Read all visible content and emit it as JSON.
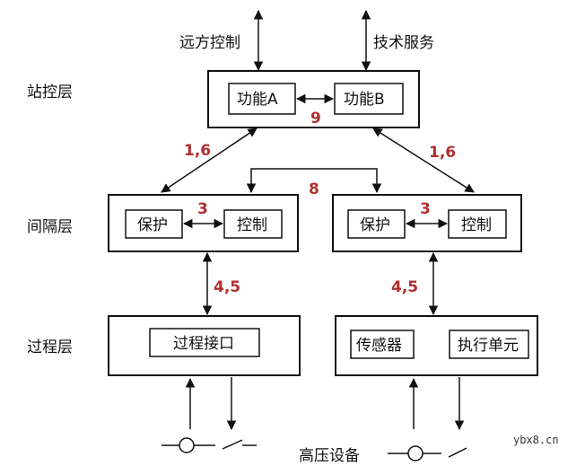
{
  "top_labels": {
    "remote_control": "远方控制",
    "technical_service": "技术服务"
  },
  "layers": {
    "station": "站控层",
    "bay": "间隔层",
    "process": "过程层"
  },
  "station_box": {
    "func_a": "功能A",
    "func_b": "功能B",
    "link_num": "9"
  },
  "links": {
    "left_diag": "1,6",
    "right_diag": "1,6",
    "bay_cross": "8",
    "left_vertical": "4,5",
    "right_vertical": "4,5"
  },
  "bay_left": {
    "protect": "保护",
    "control": "控制",
    "link_num": "3"
  },
  "bay_right": {
    "protect": "保护",
    "control": "控制",
    "link_num": "3"
  },
  "process_left": {
    "interface": "过程接口"
  },
  "process_right": {
    "sensor": "传感器",
    "actuator": "执行单元"
  },
  "bottom_label": "高压设备",
  "watermark": "ybx8.cn",
  "colors": {
    "line": "#111111",
    "accent_number": "#b0302f",
    "background": "#ffffff"
  }
}
